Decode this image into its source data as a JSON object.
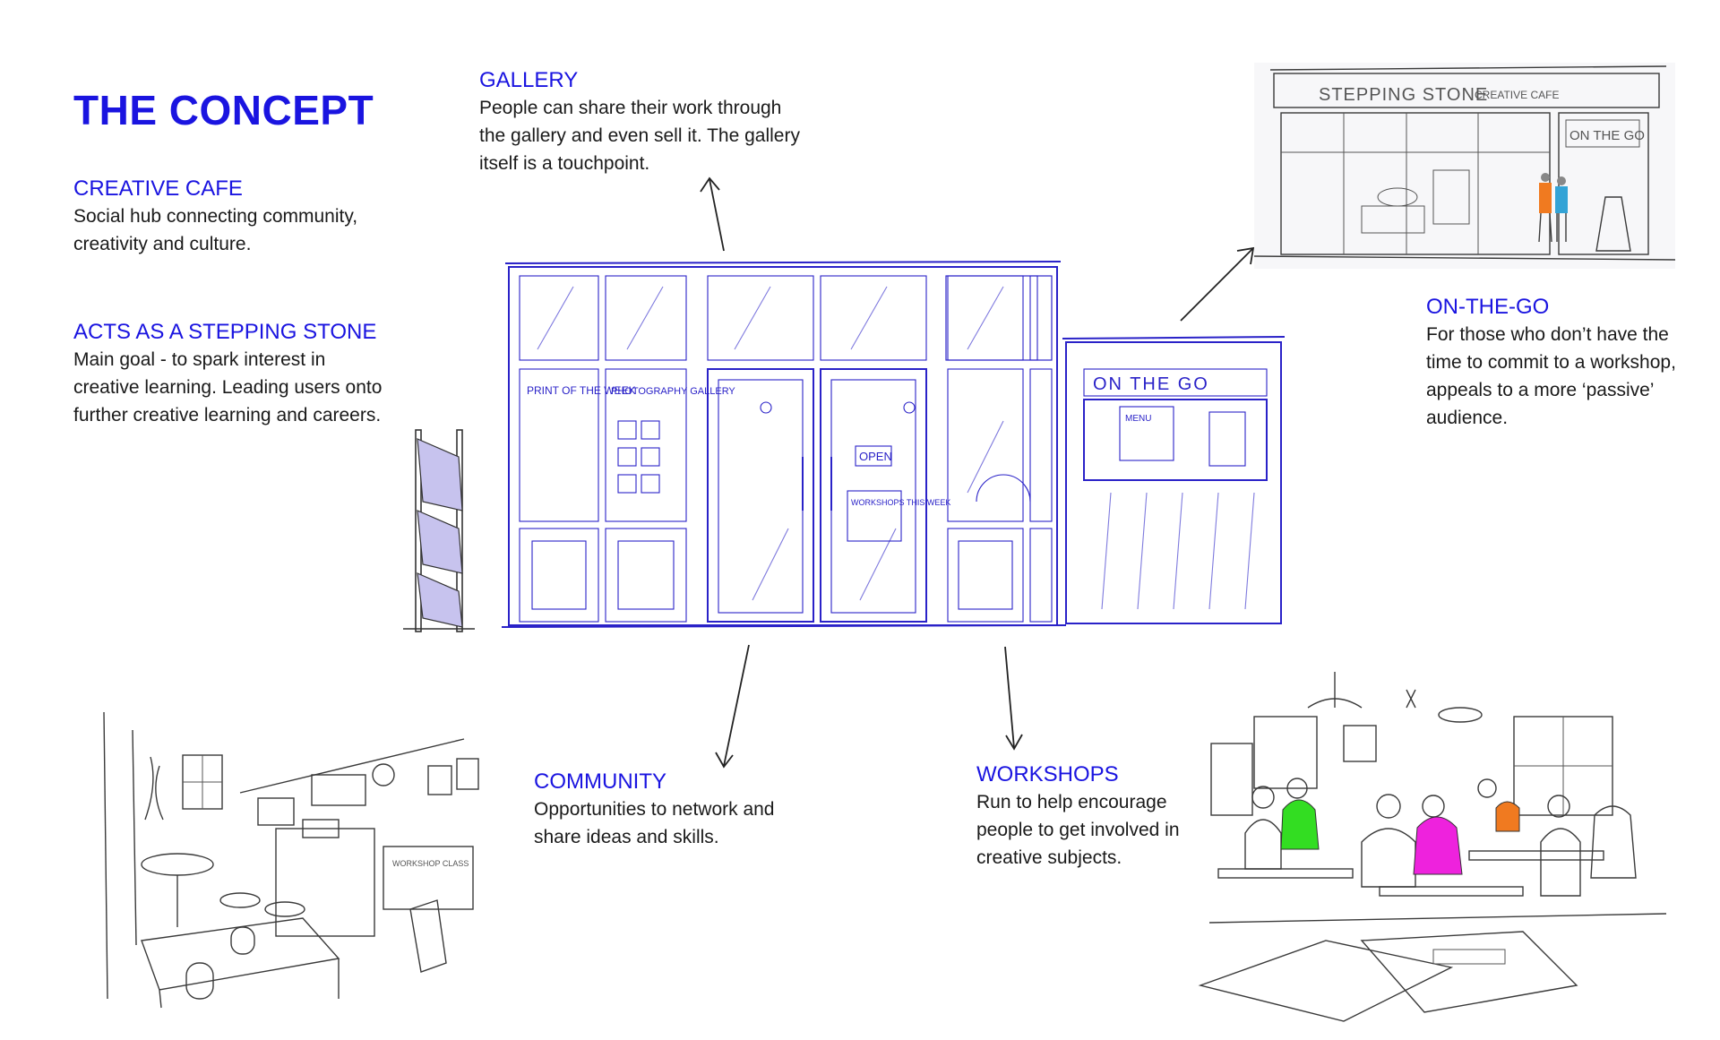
{
  "title": "THE CONCEPT",
  "sections": {
    "creative_cafe": {
      "heading": "CREATIVE CAFE",
      "body": "Social hub connecting community, creativity and culture."
    },
    "stepping_stone": {
      "heading": "ACTS AS A STEPPING STONE",
      "body": "Main goal - to spark interest in creative learning. Leading users onto further creative learning and careers."
    },
    "gallery": {
      "heading": "GALLERY",
      "body": "People can share their work through the gallery and even sell it. The gallery itself is a touchpoint."
    },
    "on_the_go": {
      "heading": "ON-THE-GO",
      "body": "For those who don’t have the time to commit to a workshop, appeals to a more ‘passive’ audience."
    },
    "community": {
      "heading": "COMMUNITY",
      "body": "Opportunities to network and share ideas and skills."
    },
    "workshops": {
      "heading": "WORKSHOPS",
      "body": "Run  to help encourage people to get involved in creative subjects."
    }
  },
  "storefront": {
    "window_left_1": "PRINT OF THE WEEK",
    "window_left_2": "PHOTOGRAPHY GALLERY",
    "door_open_sign": "OPEN",
    "door_workshop_sign": "WORKSHOPS THIS WEEK",
    "kiosk_sign": "ON THE GO",
    "kiosk_menu": "MENU"
  },
  "storefront_photo": {
    "shop_name": "STEPPING STONE",
    "shop_sub": "CREATIVE CAFE",
    "kiosk": "ON THE GO"
  },
  "interior_sign": "WORKSHOP CLASS",
  "colors": {
    "accent": "#1a14e0",
    "sketch_blue": "#2a22c8",
    "green": "#33dd22",
    "magenta": "#ee22dd",
    "orange": "#f07a20",
    "teal": "#33a3d6"
  }
}
